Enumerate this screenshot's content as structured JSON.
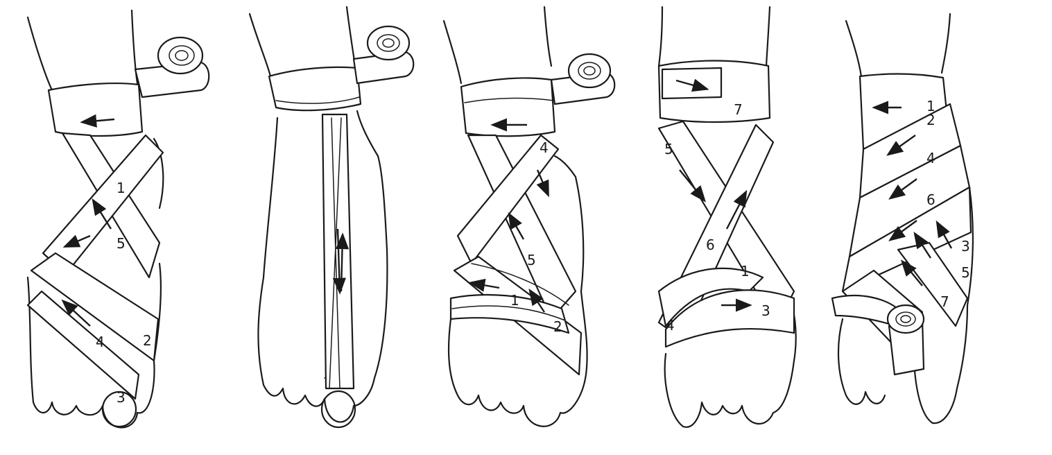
{
  "figures": [
    {
      "labels": [
        "1",
        "5",
        "4",
        "2",
        "3"
      ]
    },
    {
      "labels": []
    },
    {
      "labels": [
        "4",
        "5",
        "1",
        "2"
      ]
    },
    {
      "labels": [
        "7",
        "5",
        "6",
        "1",
        "3",
        "4"
      ]
    },
    {
      "labels": [
        "1",
        "2",
        "4",
        "6",
        "3",
        "5",
        "7"
      ]
    }
  ]
}
